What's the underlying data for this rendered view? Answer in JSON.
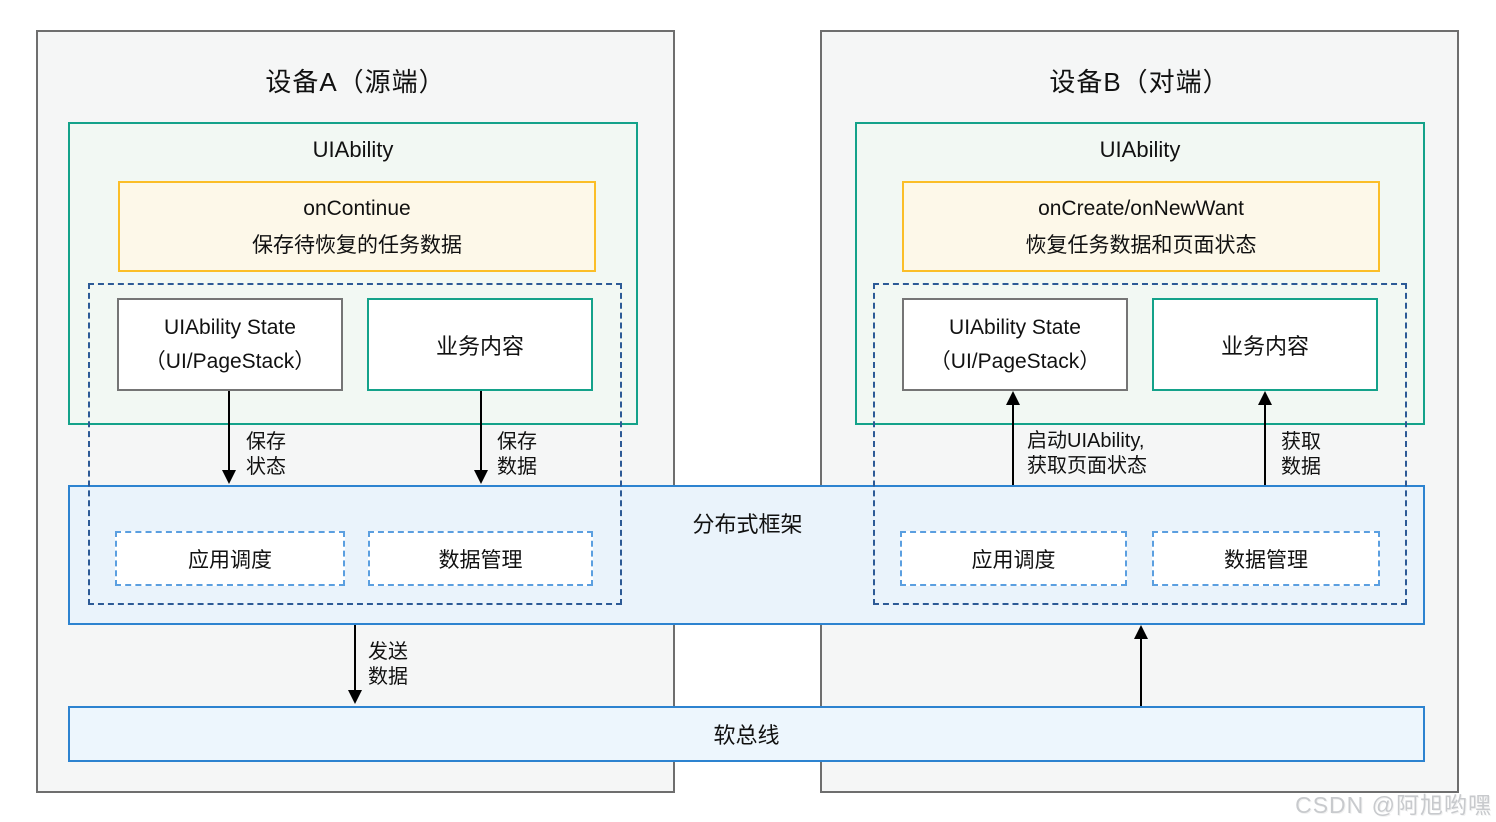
{
  "device_a": {
    "title": "设备A（源端）",
    "uiability": "UIAbility",
    "callback": {
      "line1": "onContinue",
      "line2": "保存待恢复的任务数据"
    },
    "state_box": {
      "line1": "UIAbility State",
      "line2": "（UI/PageStack）"
    },
    "content_box": "业务内容",
    "scheduler": "应用调度",
    "data_mgmt": "数据管理",
    "arrow_labels": {
      "save_state": {
        "line1": "保存",
        "line2": "状态"
      },
      "save_data": {
        "line1": "保存",
        "line2": "数据"
      },
      "send_data": {
        "line1": "发送",
        "line2": "数据"
      }
    }
  },
  "device_b": {
    "title": "设备B（对端）",
    "uiability": "UIAbility",
    "callback": {
      "line1": "onCreate/onNewWant",
      "line2": "恢复任务数据和页面状态"
    },
    "state_box": {
      "line1": "UIAbility State",
      "line2": "（UI/PageStack）"
    },
    "content_box": "业务内容",
    "scheduler": "应用调度",
    "data_mgmt": "数据管理",
    "arrow_labels": {
      "launch": {
        "line1": "启动UIAbility,",
        "line2": "获取页面状态"
      },
      "get_data": {
        "line1": "获取",
        "line2": "数据"
      }
    }
  },
  "framework": {
    "label": "分布式框架"
  },
  "softbus": {
    "label": "软总线"
  },
  "watermark": "CSDN @阿旭哟嘿",
  "colors": {
    "teal_border": "#14a28a",
    "teal_bg": "#f2f8f3",
    "yellow_border": "#fbbe28",
    "yellow_bg": "#fdf8e9",
    "blue_border": "#2d83d0",
    "blue_bg": "#eaf3fb",
    "dashed_dark_blue": "#2d5a96",
    "dashed_light_blue": "#5b9fe0",
    "device_bg": "#f5f6f6",
    "device_border": "#6e6e6e"
  }
}
